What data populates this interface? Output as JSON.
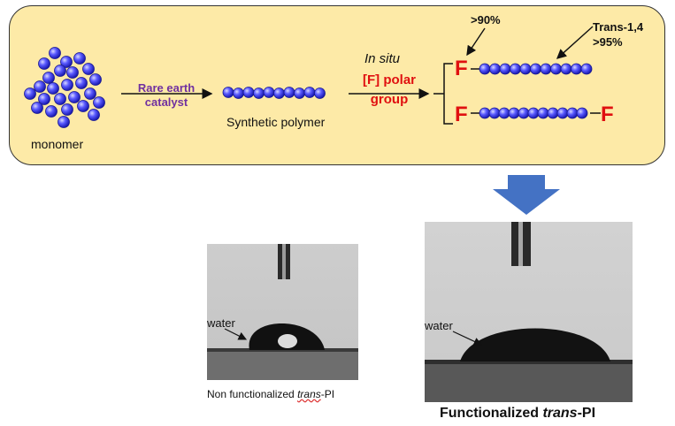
{
  "scheme": {
    "monomer_label": "monomer",
    "catalyst_label_line1": "Rare earth",
    "catalyst_label_line2": "catalyst",
    "synthetic_polymer_label": "Synthetic polymer",
    "in_situ_label": "In situ",
    "polar_group_line1": "[F] polar",
    "polar_group_line2": "group",
    "end_group_symbol": "F",
    "annotation_functionalization": ">90%",
    "annotation_trans_line1": "Trans-1,4",
    "annotation_trans_line2": ">95%"
  },
  "photos": {
    "left": {
      "water_label": "water",
      "caption_prefix": "Non functionalized ",
      "caption_italic": "trans",
      "caption_suffix": "-PI"
    },
    "right": {
      "water_label": "water",
      "caption_prefix": "Functionalized ",
      "caption_italic": "trans",
      "caption_suffix": "-PI"
    }
  },
  "colors": {
    "panel_fill": "#fdeaa7",
    "bead_fill": "#3b3bff",
    "catalyst_text": "#7030a0",
    "polar_text": "#e01010",
    "down_arrow": "#4472c4"
  },
  "icons": {
    "down_arrow": "down-arrow-icon"
  }
}
